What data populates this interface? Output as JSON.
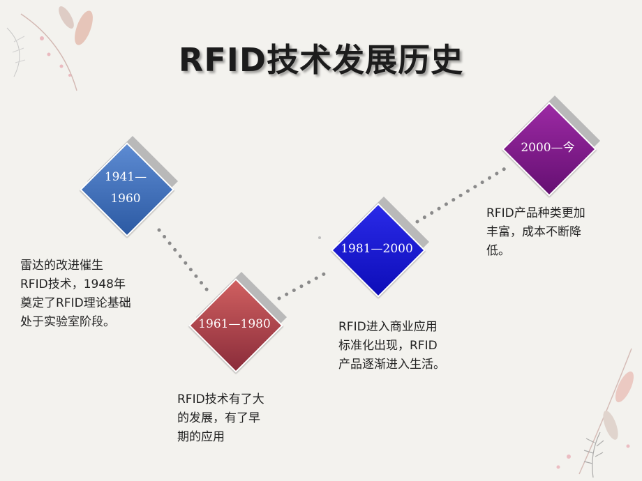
{
  "slide": {
    "title": "RFID技术发展历史",
    "colors": {
      "background": "#f3f2ee",
      "dots": "#8a8a8a",
      "node_1941": "#4577c0",
      "node_1961": "#b84848",
      "node_1981": "#1c1cd9",
      "node_2000": "#8a1f8f"
    },
    "nodes": [
      {
        "label": "1941—\n1960",
        "description": "雷达的改进催生\nRFID技术，1948年\n奠定了RFID理论基础\n处于实验室阶段。"
      },
      {
        "label": "1961—1980",
        "description": "RFID技术有了大\n的发展，有了早\n期的应用"
      },
      {
        "label": "1981—2000",
        "description": "RFID进入商业应用\n标准化出现，RFID\n产品逐渐进入生活。"
      },
      {
        "label": "2000—今",
        "description": "RFID产品种类更加\n丰富，成本不断降\n低。"
      }
    ],
    "decorations": [
      "leaf-sprig-icon",
      "leaf-sprig-icon"
    ]
  }
}
